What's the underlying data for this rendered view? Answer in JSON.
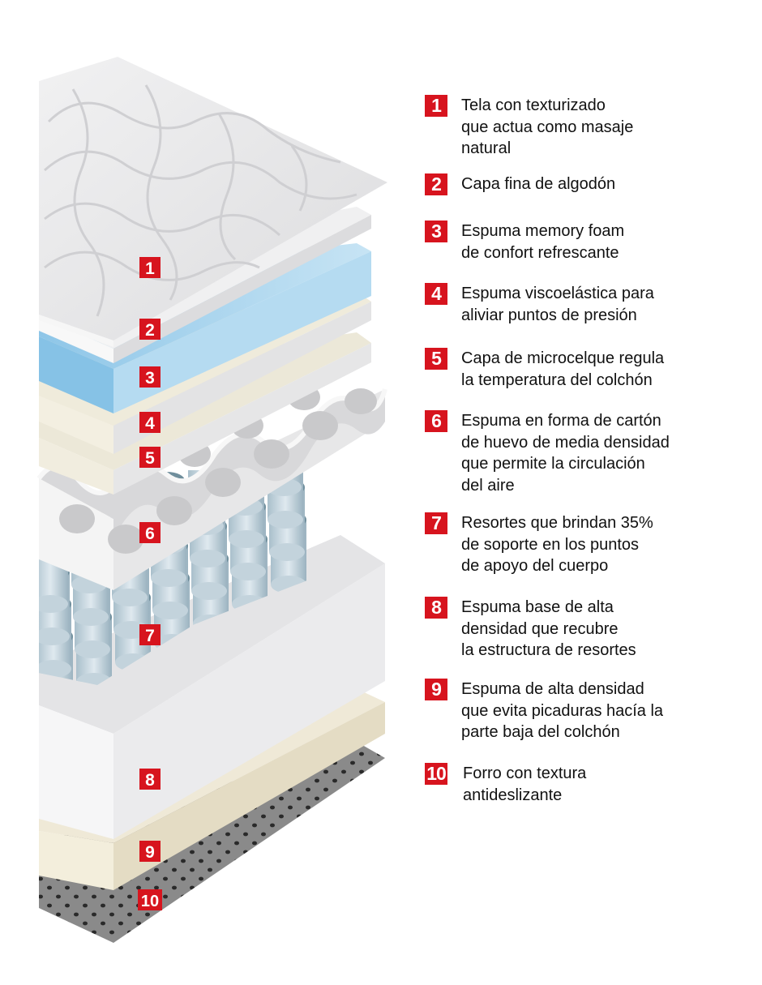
{
  "layers": [
    {
      "number": "1",
      "lines": [
        "Tela con texturizado",
        "que actua como masaje",
        "natural"
      ]
    },
    {
      "number": "2",
      "lines": [
        "Capa fina de algodón"
      ]
    },
    {
      "number": "3",
      "lines": [
        "Espuma memory foam",
        "de confort refrescante"
      ]
    },
    {
      "number": "4",
      "lines": [
        "Espuma viscoelástica para",
        "aliviar puntos de presión"
      ]
    },
    {
      "number": "5",
      "lines": [
        "Capa de microcelque regula",
        "la temperatura del colchón"
      ]
    },
    {
      "number": "6",
      "lines": [
        "Espuma en forma de cartón",
        "de huevo de media densidad",
        "que permite la circulación",
        "del aire"
      ]
    },
    {
      "number": "7",
      "lines": [
        "Resortes que brindan 35%",
        "de soporte en los puntos",
        "de apoyo del cuerpo"
      ]
    },
    {
      "number": "8",
      "lines": [
        "Espuma base de alta",
        "densidad que recubre",
        "la estructura de resortes"
      ]
    },
    {
      "number": "9",
      "lines": [
        "Espuma de alta densidad",
        "que evita picaduras hacía la",
        "parte baja del colchón"
      ]
    },
    {
      "number": "10",
      "lines": [
        "Forro con textura",
        "antideslizante"
      ]
    }
  ],
  "colors": {
    "badge": "#d7141e",
    "quilt_top": "#e9e9ea",
    "cotton": "#f4f4f4",
    "memory_foam": "#a9d4ec",
    "visco": "#efece0",
    "microcel": "#efece0",
    "egg_crate": "#eeeeee",
    "springs": "#8fa8b6",
    "base_foam": "#f3f3f3",
    "hd_foam": "#f0ede1",
    "non_slip": "#707070"
  }
}
